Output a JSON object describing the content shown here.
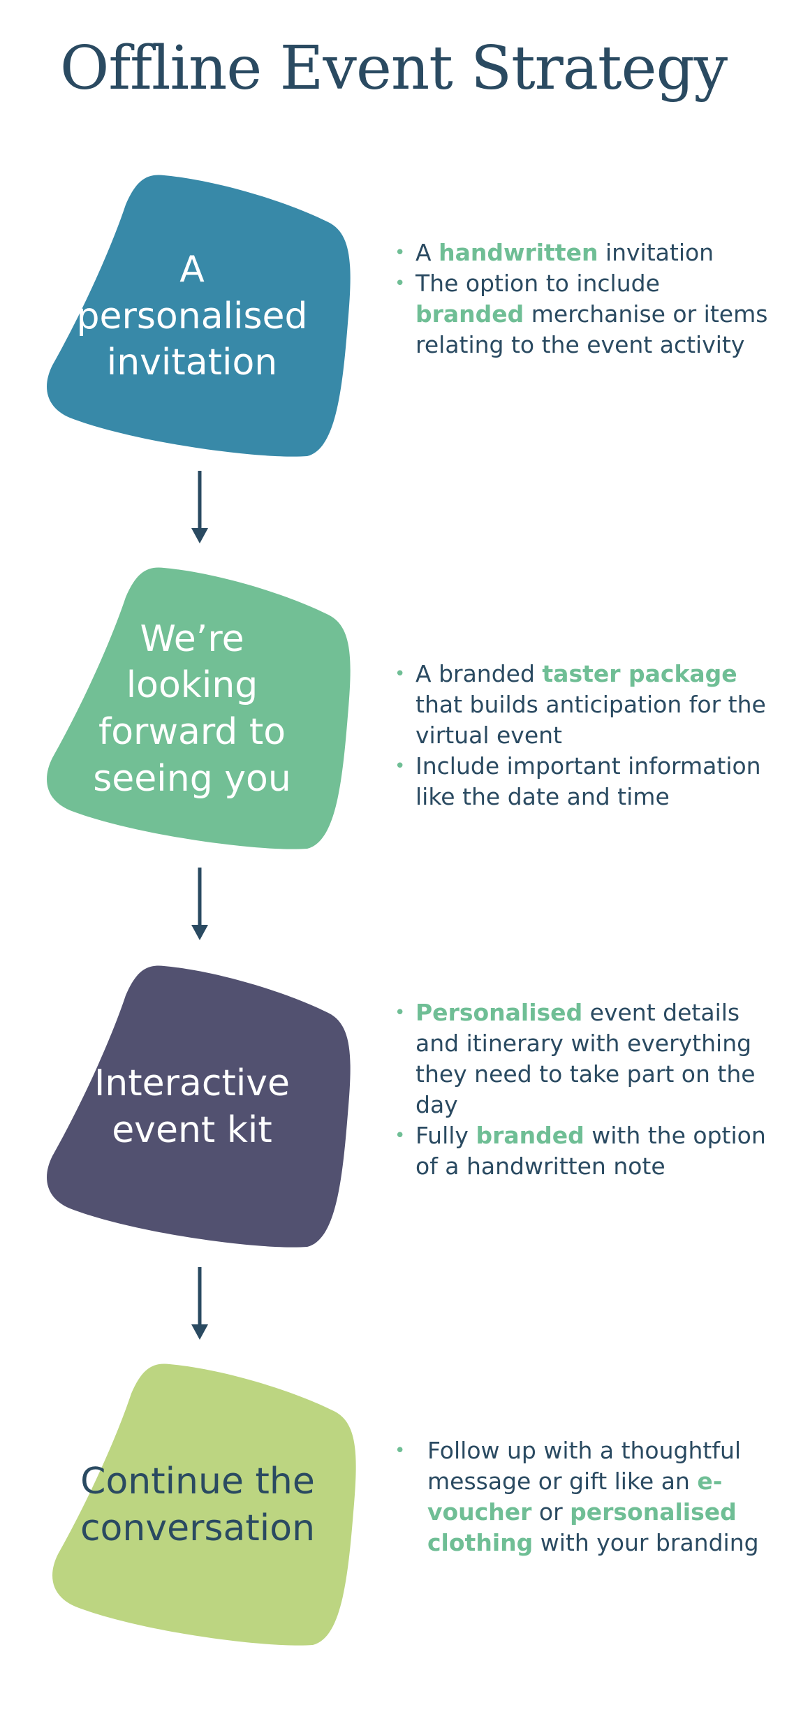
{
  "title": "Offline Event Strategy",
  "colors": {
    "title": "#2a4a61",
    "arrow": "#2a4a61",
    "highlight": "#6fbe95",
    "body_text": "#2a4a61"
  },
  "steps": [
    {
      "label": "A\npersonalised\ninvitation",
      "shape_color": "#3889a8",
      "label_color": "#ffffff",
      "bullets": [
        [
          {
            "t": "A "
          },
          {
            "t": "handwritten",
            "hl": true
          },
          {
            "t": " invitation"
          }
        ],
        [
          {
            "t": "The option to include "
          },
          {
            "t": "branded",
            "hl": true
          },
          {
            "t": " merchanise or items relating to the event activity"
          }
        ]
      ]
    },
    {
      "label": "We’re\nlooking\nforward to\nseeing you",
      "shape_color": "#72bf95",
      "label_color": "#ffffff",
      "bullets": [
        [
          {
            "t": "A branded "
          },
          {
            "t": "taster package",
            "hl": true
          },
          {
            "t": " that builds anticipation for the virtual event"
          }
        ],
        [
          {
            "t": "Include important information like the date and time"
          }
        ]
      ]
    },
    {
      "label": "Interactive\nevent kit",
      "shape_color": "#525170",
      "label_color": "#ffffff",
      "bullets": [
        [
          {
            "t": "Personalised",
            "hl": true
          },
          {
            "t": " event details and itinerary with everything they need to take part on the day"
          }
        ],
        [
          {
            "t": "Fully "
          },
          {
            "t": "branded",
            "hl": true
          },
          {
            "t": " with the option of a handwritten note"
          }
        ]
      ]
    },
    {
      "label": "Continue the\nconversation",
      "shape_color": "#bcd581",
      "label_color": "#2a4a61",
      "bullets": [
        [
          {
            "t": "Follow up with a thoughtful message or gift like an "
          },
          {
            "t": "e-voucher",
            "hl": true
          },
          {
            "t": " or "
          },
          {
            "t": "personalised clothing",
            "hl": true
          },
          {
            "t": " with your branding"
          }
        ]
      ]
    }
  ]
}
